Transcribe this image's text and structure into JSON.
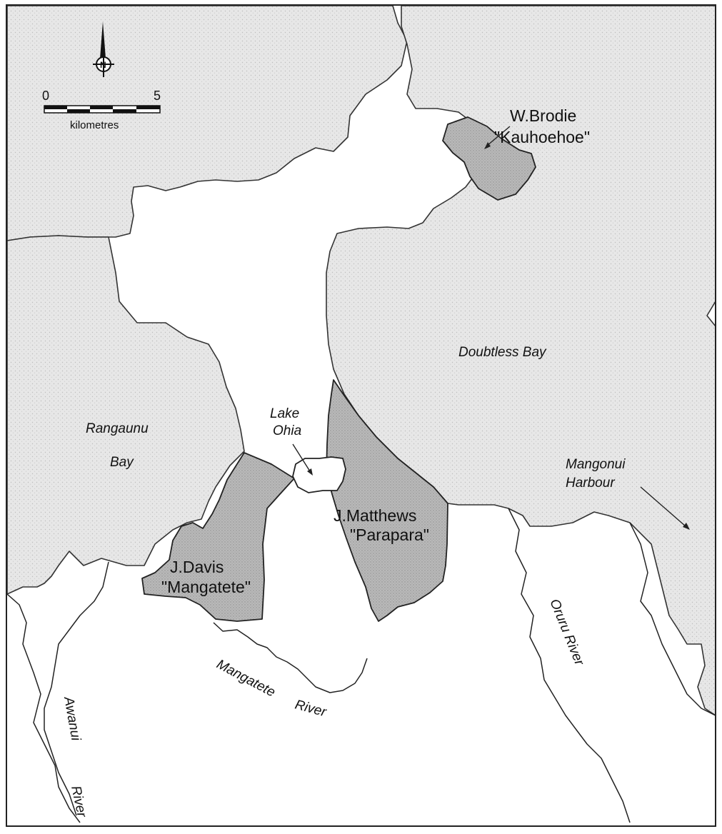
{
  "map": {
    "north_arrow": {
      "icon": "north-arrow-icon",
      "letter": "N"
    },
    "scale_bar": {
      "start": "0",
      "end": "5",
      "unit": "kilometres"
    },
    "water_bodies": {
      "rangaunu_line1": "Rangaunu",
      "rangaunu_line2": "Bay",
      "doubtless": "Doubtless Bay",
      "mangonui_line1": "Mangonui",
      "mangonui_line2": "Harbour",
      "lake_line1": "Lake",
      "lake_line2": "Ohia"
    },
    "rivers": {
      "mangatete": "Mangatete",
      "mangatete_word2": "River",
      "oruru": "Oruru River",
      "awanui": "Awanui",
      "awanui_word2": "River"
    },
    "properties": [
      {
        "owner": "W.Brodie",
        "name": "\"Kauhoehoe\""
      },
      {
        "owner": "J.Davis",
        "name": "\"Mangatete\""
      },
      {
        "owner": "J.Matthews",
        "name": "\"Parapara\""
      }
    ],
    "colors": {
      "water_fill": "#e6e6e6",
      "farm_fill": "#b4b4b4",
      "ink": "#222222"
    }
  }
}
